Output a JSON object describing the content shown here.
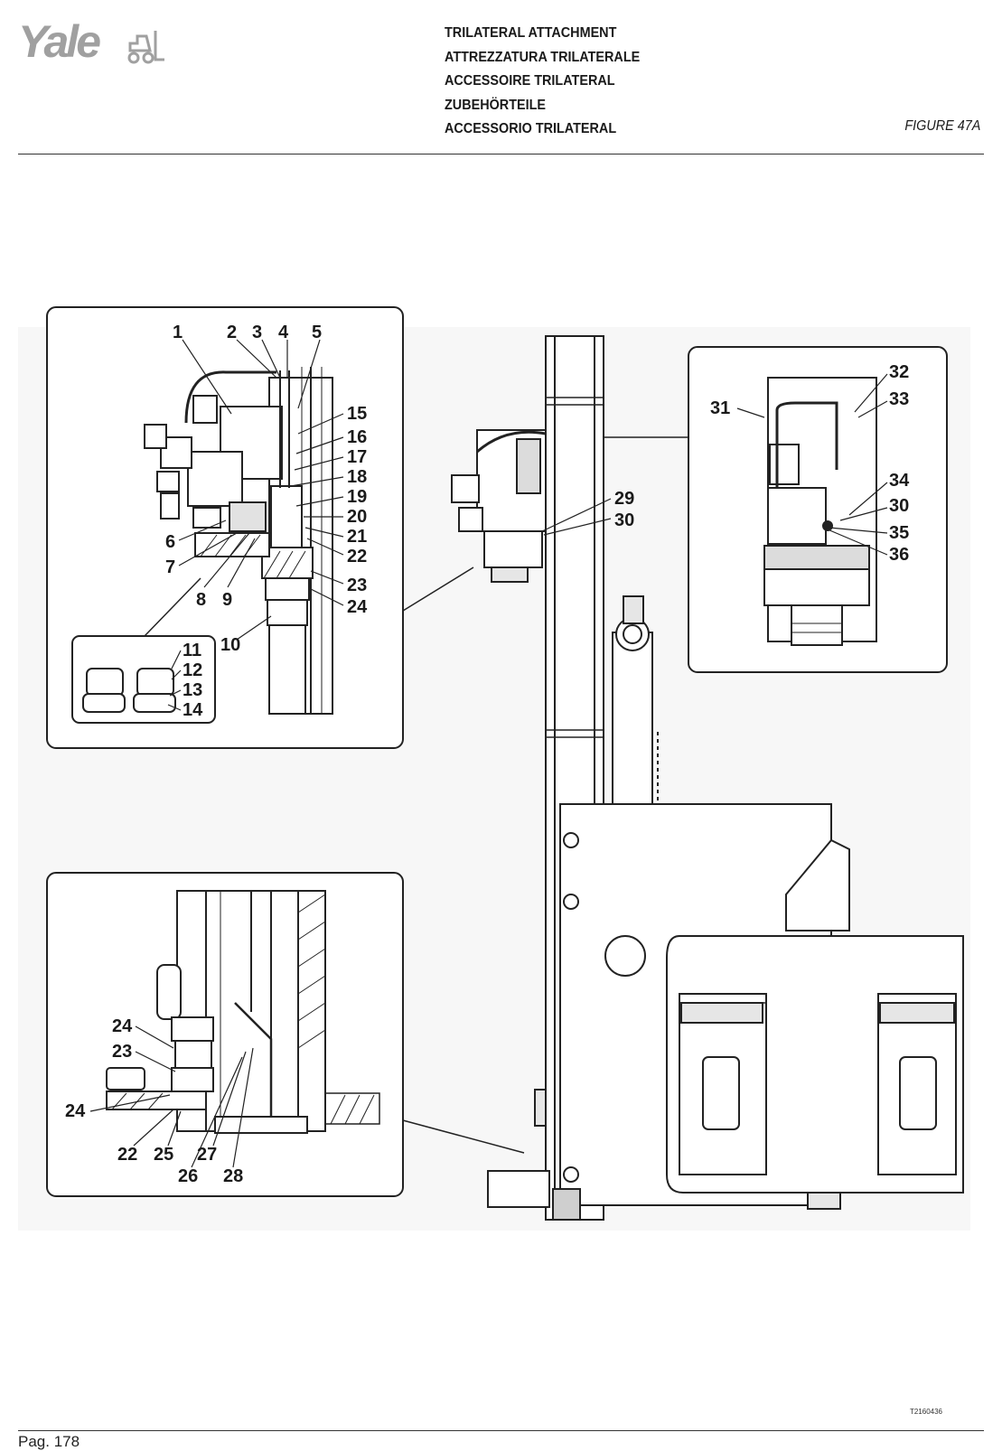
{
  "header": {
    "logo_text": "Yale",
    "titles": [
      "TRILATERAL ATTACHMENT",
      "ATTREZZATURA TRILATERALE",
      "ACCESSOIRE TRILATERAL",
      "ZUBEHÖRTEILE",
      "ACCESSORIO TRILATERAL"
    ],
    "figure_label": "FIGURE 47A"
  },
  "callouts": {
    "detail_top_left": [
      "1",
      "2",
      "3",
      "4",
      "5",
      "6",
      "7",
      "8",
      "9",
      "10",
      "15",
      "16",
      "17",
      "18",
      "19",
      "20",
      "21",
      "22",
      "23",
      "24"
    ],
    "detail_rollers": [
      "11",
      "12",
      "13",
      "14"
    ],
    "detail_top_right": [
      "31",
      "32",
      "33",
      "34",
      "30",
      "35",
      "36"
    ],
    "main_view": [
      "29",
      "30"
    ],
    "detail_bottom_left": [
      "24",
      "23",
      "24",
      "22",
      "25",
      "26",
      "27",
      "28"
    ]
  },
  "footer": {
    "drawing_code": "T2160436",
    "page_number": "Pag. 178"
  }
}
